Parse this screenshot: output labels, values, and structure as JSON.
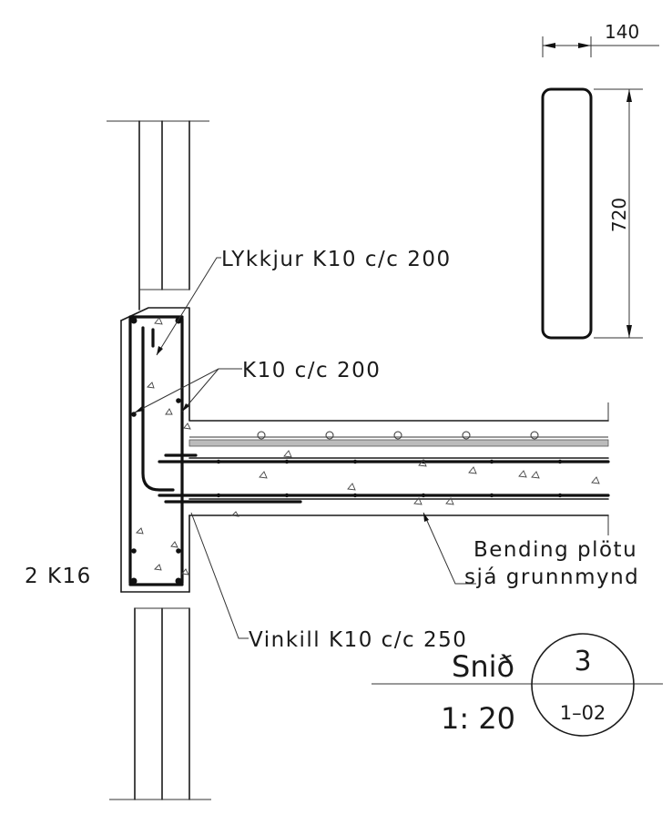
{
  "dimensions": {
    "width": "140",
    "height": "720"
  },
  "labels": {
    "lykkjur": "LYkkjur K10 c/c 200",
    "k10": "K10 c/c 200",
    "k16": "2 K16",
    "bending_line1": "Bending plötu",
    "bending_line2": "sjá grunnmynd",
    "vinkill": "Vinkill K10 c/c 250"
  },
  "title_block": {
    "title": "Snið",
    "scale": "1: 20",
    "section_number": "3",
    "sheet": "1–02"
  }
}
